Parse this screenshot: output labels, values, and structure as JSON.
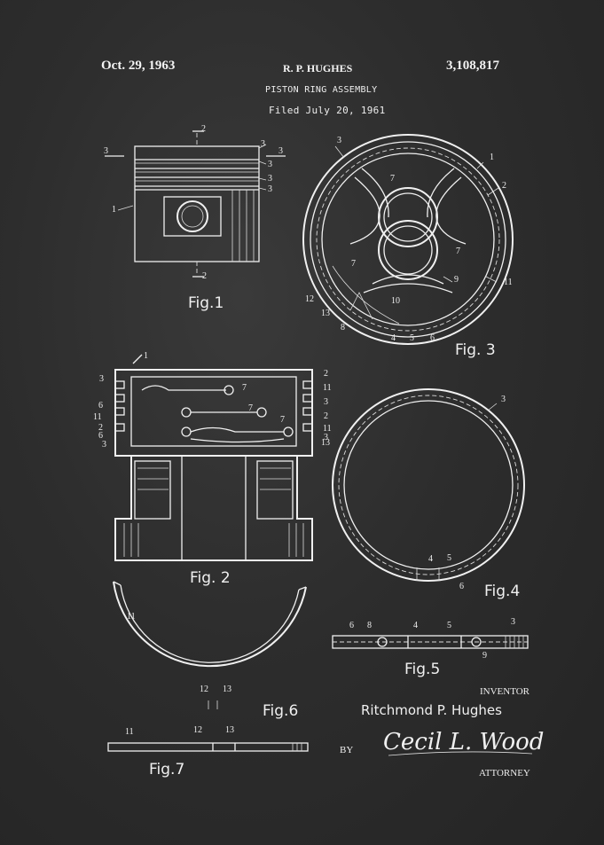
{
  "header": {
    "date": "Oct. 29, 1963",
    "inventor_name": "R. P. HUGHES",
    "patent_number": "3,108,817",
    "title": "PISTON RING ASSEMBLY",
    "filed": "Filed July 20, 1961"
  },
  "figures": {
    "fig1": "Fig.1",
    "fig2": "Fig. 2",
    "fig3": "Fig. 3",
    "fig4": "Fig.4",
    "fig5": "Fig.5",
    "fig6": "Fig.6",
    "fig7": "Fig.7"
  },
  "footer": {
    "inventor_label": "INVENTOR",
    "inventor_full": "Ritchmond P. Hughes",
    "by": "BY",
    "signature": "Cecil L. Wood",
    "attorney_label": "ATTORNEY"
  },
  "ref_numerals": {
    "n1": "1",
    "n2": "2",
    "n3": "3",
    "n4": "4",
    "n5": "5",
    "n6": "6",
    "n7": "7",
    "n8": "8",
    "n9": "9",
    "n10": "10",
    "n11": "11",
    "n12": "12",
    "n13": "13"
  }
}
